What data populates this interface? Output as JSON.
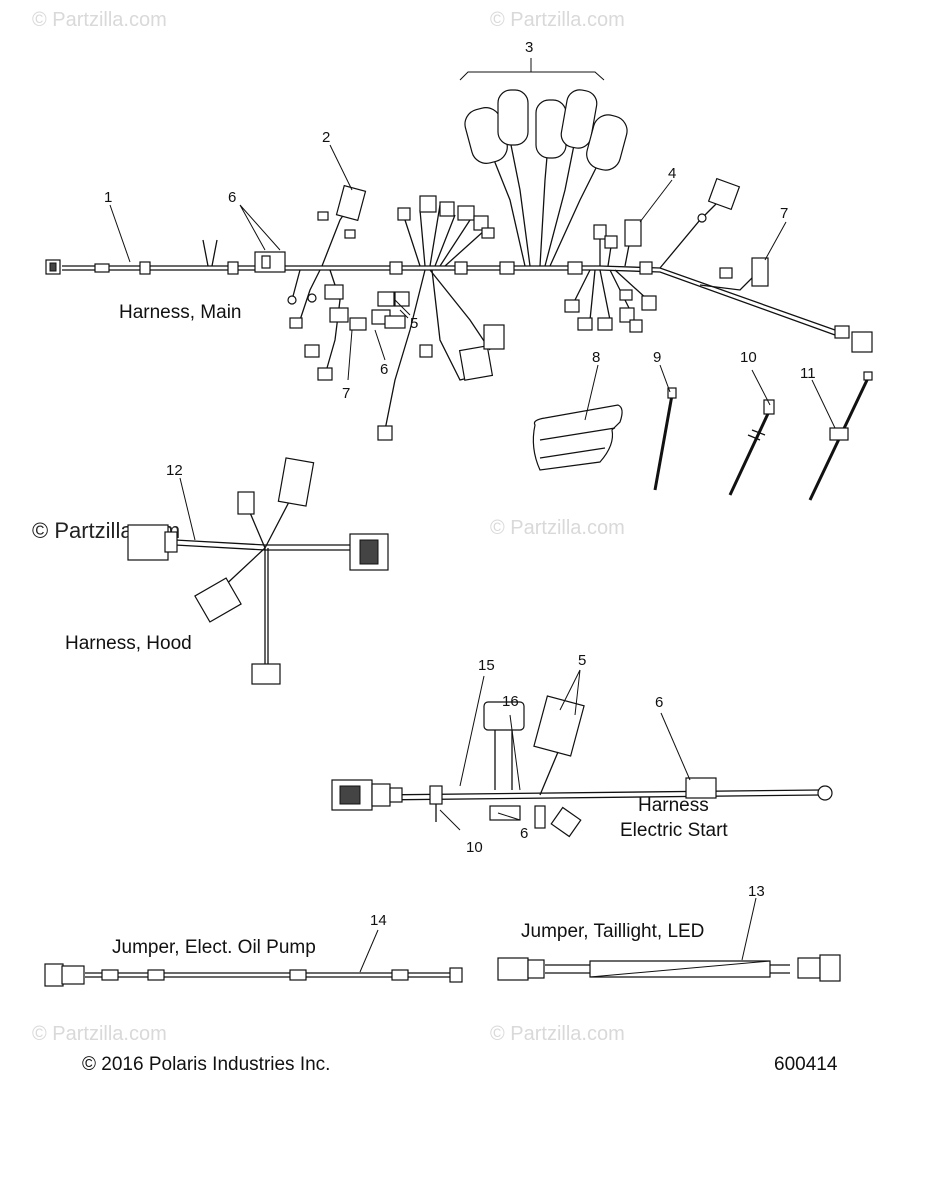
{
  "watermarks": [
    "© Partzilla.com",
    "© Partzilla.com",
    "© Partzilla.com",
    "© Partzilla.com",
    "© Partzilla.com",
    "© Partzilla.com"
  ],
  "assemblies": {
    "main": "Harness, Main",
    "hood": "Harness, Hood",
    "start_line1": "Harness",
    "start_line2": "Electric Start",
    "oil_pump": "Jumper, Elect. Oil Pump",
    "taillight": "Jumper, Taillight, LED"
  },
  "callouts": {
    "c1": "1",
    "c2": "2",
    "c3": "3",
    "c4": "4",
    "c5a": "5",
    "c5b": "5",
    "c6a": "6",
    "c6b": "6",
    "c6c": "6",
    "c6d": "6",
    "c7a": "7",
    "c7b": "7",
    "c8": "8",
    "c9": "9",
    "c10a": "10",
    "c10b": "10",
    "c11": "11",
    "c12": "12",
    "c13": "13",
    "c14": "14",
    "c15": "15",
    "c16": "16"
  },
  "footer": {
    "copyright": "© 2016 Polaris Industries Inc.",
    "diagram_id": "600414"
  }
}
